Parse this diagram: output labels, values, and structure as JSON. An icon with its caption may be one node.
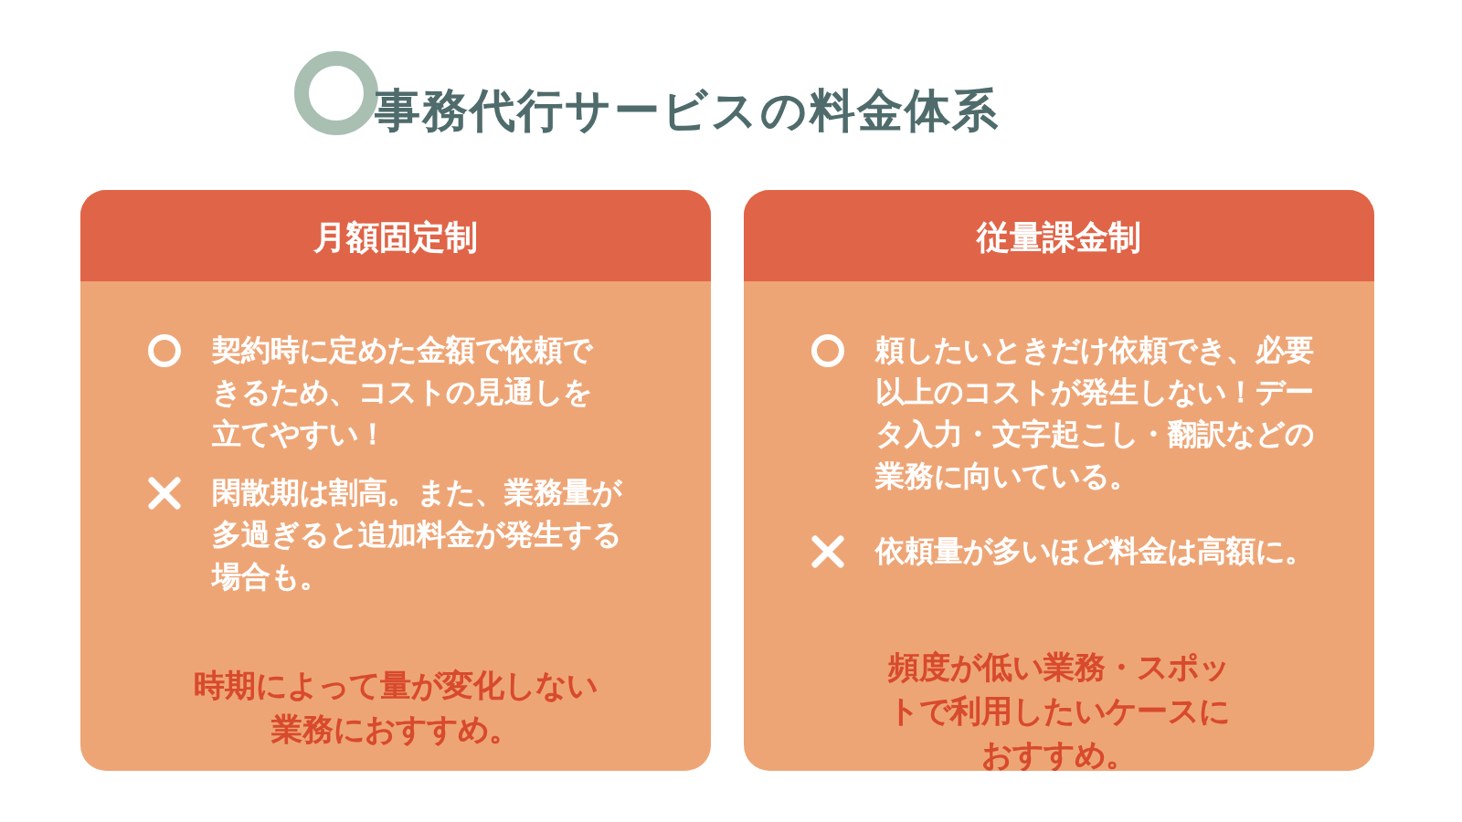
{
  "diagram": {
    "title": "事務代行サービスの料金体系",
    "nodes": [
      {
        "text": [
          "月額固定制",
          "契約時に定めた金額で依頼できるため、コストの見通しを立てやすい！",
          "閑散期は割高。また、業務量が多過ぎると追加料金が発生する場合も。",
          "時期によって量が変化しない業務におすすめ。"
        ]
      },
      {
        "text": [
          "従量課金制",
          "頼したいときだけ依頼でき、必要以上のコストが発生しない！データ入力・文字起こし・翻訳などの業務に向いている。",
          "依頼量が多いほど料金は高額に。",
          "頻度が低い業務・スポットで利用したいケースにおすすめ。"
        ]
      }
    ]
  }
}
